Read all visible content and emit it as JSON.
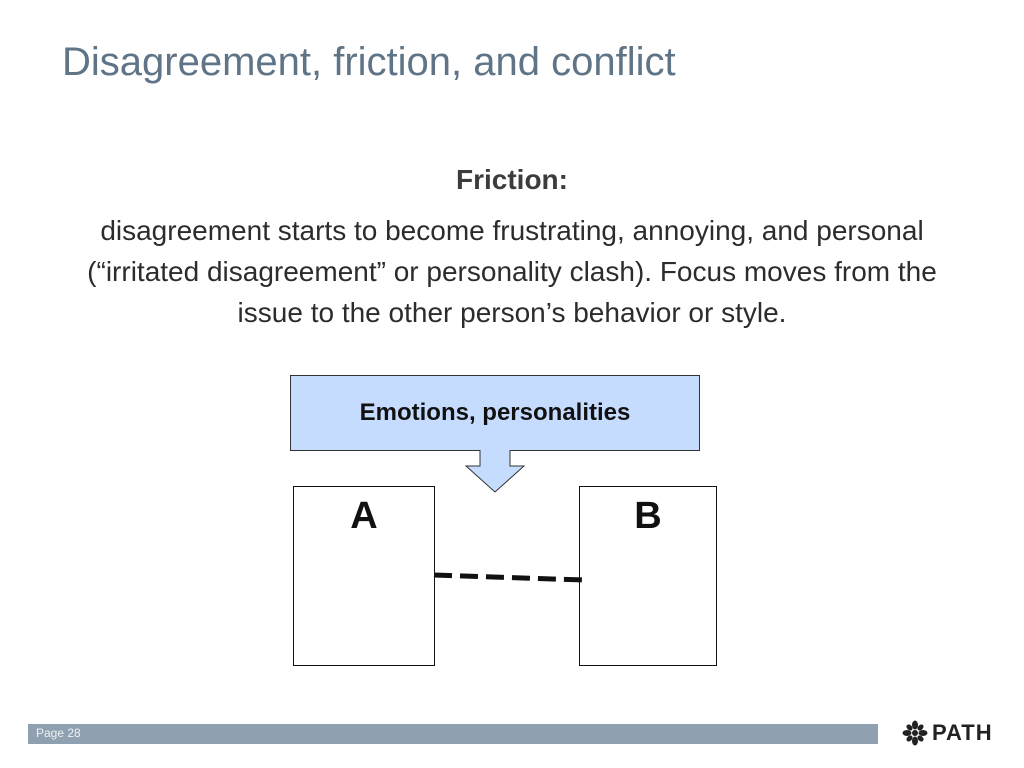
{
  "slide": {
    "title": "Disagreement, friction, and conflict",
    "subhead": "Friction:",
    "body": "disagreement starts to become frustrating, annoying, and personal (“irritated disagreement” or personality clash). Focus moves from the issue to the other person’s behavior or style."
  },
  "diagram": {
    "callout_label": "Emotions, personalities",
    "callout_color": "#c6dcff",
    "party_a": "A",
    "party_b": "B"
  },
  "footer": {
    "page_label": "Page 28",
    "logo_text": "PATH",
    "logo_icon": "path-flower-icon"
  }
}
